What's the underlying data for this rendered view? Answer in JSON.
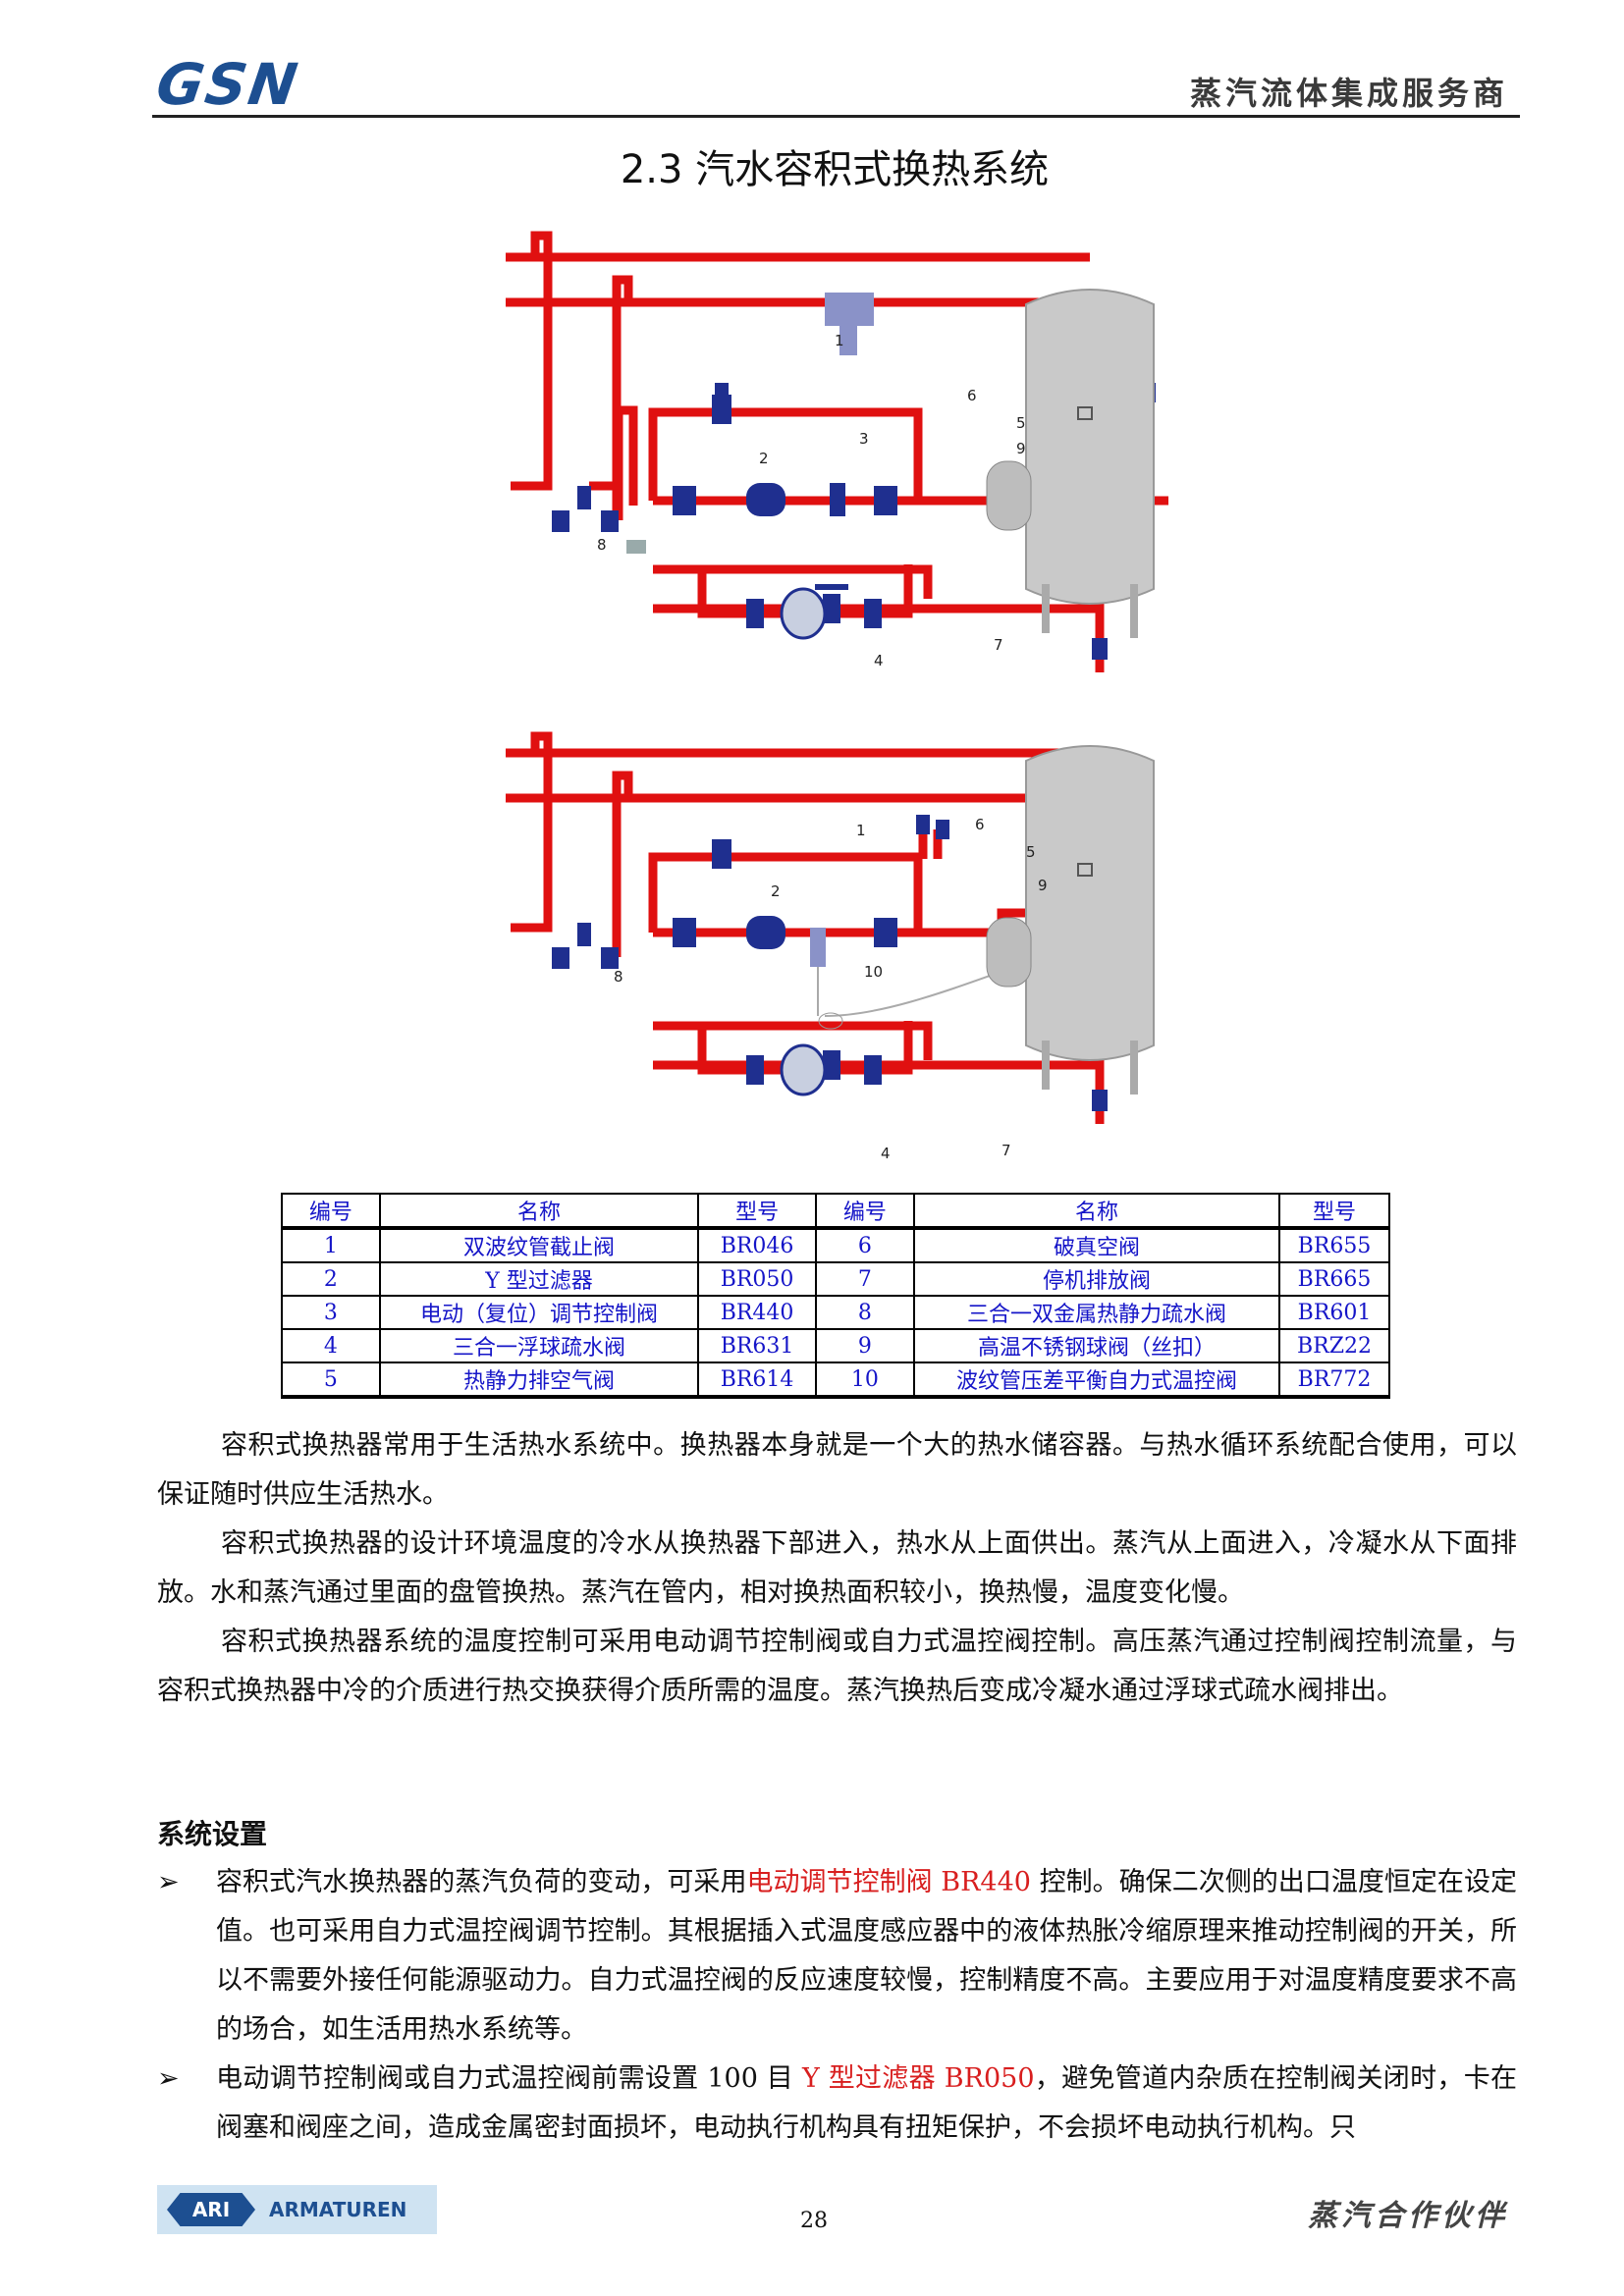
{
  "header": {
    "logo": "GSN",
    "tagline": "蒸汽流体集成服务商"
  },
  "title": "2.3 汽水容积式换热系统",
  "diagram1": {
    "labels": [
      "1",
      "2",
      "3",
      "4",
      "5",
      "6",
      "7",
      "8",
      "9"
    ]
  },
  "diagram2": {
    "labels": [
      "1",
      "2",
      "4",
      "5",
      "6",
      "7",
      "8",
      "9",
      "10"
    ]
  },
  "table": {
    "headers": [
      "编号",
      "名称",
      "型号",
      "编号",
      "名称",
      "型号"
    ],
    "rows": [
      [
        "1",
        "双波纹管截止阀",
        "BR046",
        "6",
        "破真空阀",
        "BR655"
      ],
      [
        "2",
        "Y 型过滤器",
        "BR050",
        "7",
        "停机排放阀",
        "BR665"
      ],
      [
        "3",
        "电动（复位）调节控制阀",
        "BR440",
        "8",
        "三合一双金属热静力疏水阀",
        "BR601"
      ],
      [
        "4",
        "三合一浮球疏水阀",
        "BR631",
        "9",
        "高温不锈钢球阀（丝扣）",
        "BRZ22"
      ],
      [
        "5",
        "热静力排空气阀",
        "BR614",
        "10",
        "波纹管压差平衡自力式温控阀",
        "BR772"
      ]
    ]
  },
  "paragraphs": [
    "容积式换热器常用于生活热水系统中。换热器本身就是一个大的热水储容器。与热水循环系统配合使用，可以保证随时供应生活热水。",
    "容积式换热器的设计环境温度的冷水从换热器下部进入，热水从上面供出。蒸汽从上面进入，冷凝水从下面排放。水和蒸汽通过里面的盘管换热。蒸汽在管内，相对换热面积较小，换热慢，温度变化慢。",
    "容积式换热器系统的温度控制可采用电动调节控制阀或自力式温控阀控制。高压蒸汽通过控制阀控制流量，与容积式换热器中冷的介质进行热交换获得介质所需的温度。蒸汽换热后变成冷凝水通过浮球式疏水阀排出。"
  ],
  "section": {
    "title": "系统设置",
    "bullet_mark": "➢",
    "bullets": [
      {
        "pre": "容积式汽水换热器的蒸汽负荷的变动，可采用",
        "hl": "电动调节控制阀 BR440",
        "post": " 控制。确保二次侧的出口温度恒定在设定值。也可采用自力式温控阀调节控制。其根据插入式温度感应器中的液体热胀冷缩原理来推动控制阀的开关，所以不需要外接任何能源驱动力。自力式温控阀的反应速度较慢，控制精度不高。主要应用于对温度精度要求不高的场合，如生活用热水系统等。"
      },
      {
        "pre": "电动调节控制阀或自力式温控阀前需设置 100 目 ",
        "hl": "Y 型过滤器 BR050",
        "post": "，避免管道内杂质在控制阀关闭时，卡在阀塞和阀座之间，造成金属密封面损坏，电动执行机构具有扭矩保护，不会损坏电动执行机构。只"
      }
    ]
  },
  "footer": {
    "brand_badge": "ARI",
    "brand_word": "ARMATUREN",
    "page": "28",
    "partner": "蒸汽合作伙伴"
  },
  "colors": {
    "pipe": "#e01010",
    "valve": "#1f2f8f",
    "text_blue": "#1515c8",
    "highlight": "#d81e1e"
  }
}
